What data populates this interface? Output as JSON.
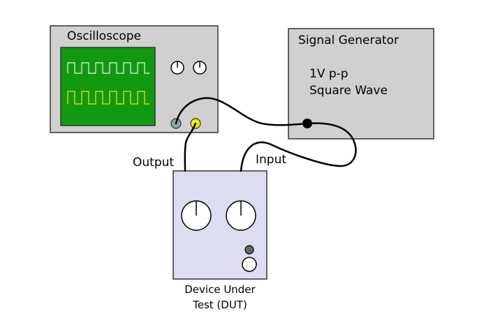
{
  "oscilloscope": {
    "title": "Oscilloscope",
    "colors": {
      "body": "#d0d0d0",
      "screen": "#129912",
      "trace_top": "#eaf4ea",
      "trace_bottom": "#eef000",
      "probe_left": "#8aa6a6",
      "probe_right": "#eef000"
    },
    "icons": [
      "knob-icon",
      "knob-icon",
      "connector-icon",
      "connector-icon"
    ]
  },
  "signal_generator": {
    "title": "Signal Generator",
    "line1": "1V p-p",
    "line2": "Square Wave",
    "colors": {
      "body": "#d0d0d0",
      "jack": "#000000"
    }
  },
  "dut": {
    "caption_line1": "Device Under",
    "caption_line2": "Test (DUT)",
    "colors": {
      "body": "#ddddf0",
      "led": "#666666"
    },
    "icons": [
      "knob-icon",
      "knob-icon",
      "indicator-led-icon",
      "button-icon"
    ]
  },
  "labels": {
    "output": "Output",
    "input": "Input"
  }
}
